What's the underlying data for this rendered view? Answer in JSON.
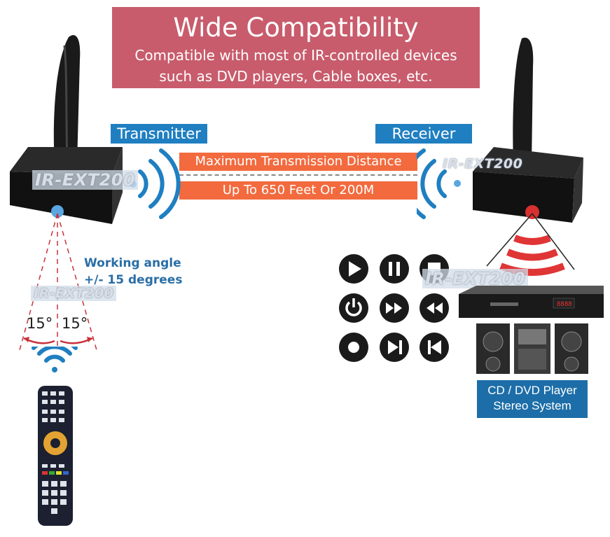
{
  "banner": {
    "title": "Wide Compatibility",
    "line1": "Compatible with most of IR-controlled devices",
    "line2": "such as DVD players, Cable boxes, etc."
  },
  "transmitter": {
    "label": "Transmitter",
    "watermark": "IR-EXT200"
  },
  "receiver": {
    "label": "Receiver",
    "watermark": "IR-EXT200"
  },
  "distance": {
    "label": "Maximum Transmission Distance",
    "value": "Up To 650 Feet Or 200M"
  },
  "angle": {
    "line1": "Working angle",
    "line2": "+/- 15 degrees",
    "left": "15°",
    "right": "15°",
    "watermark": "IR-EXT200"
  },
  "media": {
    "watermark": "IR-EXT200"
  },
  "device": {
    "line1": "CD / DVD Player",
    "line2": "Stereo System"
  },
  "colors": {
    "banner": "#c85c6c",
    "tag": "#1f7fc1",
    "bar": "#f26a3e",
    "wave": "#1f7fc1",
    "ir": "#e03030"
  }
}
